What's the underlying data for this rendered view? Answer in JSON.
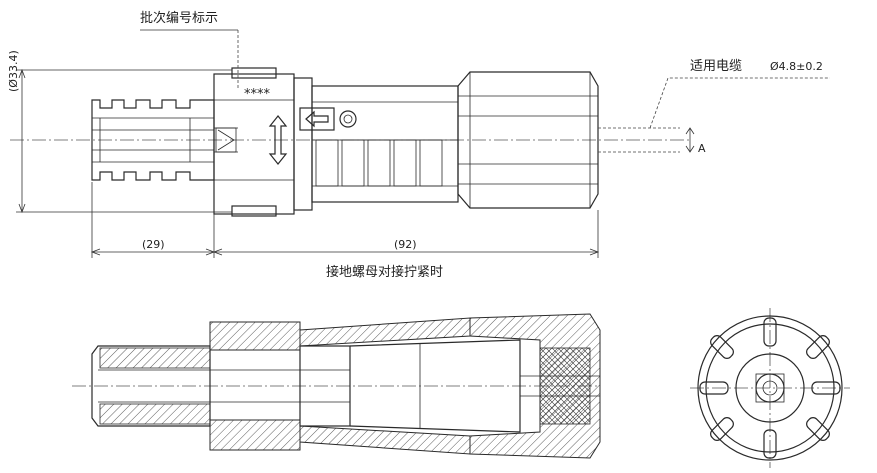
{
  "labels": {
    "batch_mark_label": "批次编号标示",
    "batch_mark_value": "****",
    "cable_label": "适用电缆",
    "cable_diameter": "Ø4.8±0.2",
    "datum_label": "A",
    "dim_diameter": "(Ø33.4)",
    "dim_left": "(29)",
    "dim_right": "(92)",
    "caption": "接地螺母对接拧紧时"
  }
}
